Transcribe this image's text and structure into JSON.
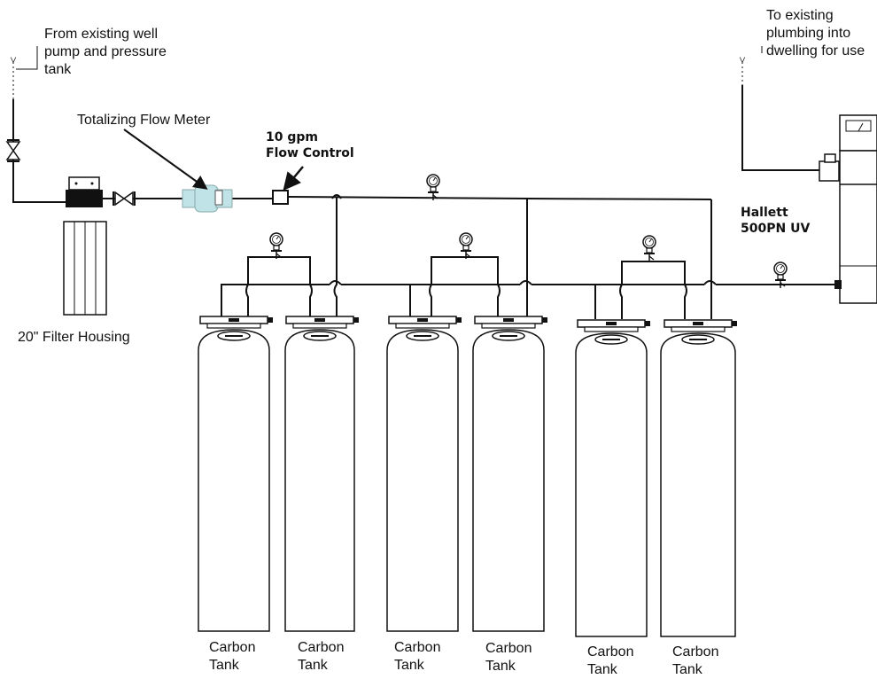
{
  "labels": {
    "source": [
      "From existing well",
      "pump and pressure",
      "tank"
    ],
    "destination": [
      "To existing",
      "plumbing into",
      "dwelling for use"
    ],
    "flow_meter": "Totalizing Flow Meter",
    "flow_control": [
      "10 gpm",
      "Flow Control"
    ],
    "uv": [
      "Hallett",
      "500PN UV"
    ],
    "filter_housing": "20\" Filter Housing"
  },
  "tanks": [
    {
      "line1": "Carbon",
      "line2": "Tank"
    },
    {
      "line1": "Carbon",
      "line2": "Tank"
    },
    {
      "line1": "Carbon",
      "line2": "Tank"
    },
    {
      "line1": "Carbon",
      "line2": "Tank"
    },
    {
      "line1": "Carbon",
      "line2": "Tank"
    },
    {
      "line1": "Carbon",
      "line2": "Tank"
    }
  ],
  "colors": {
    "line": "#111111",
    "meter": "#bfe3e6"
  },
  "icons": [
    "gate-valve-icon",
    "pressure-gauge-icon",
    "flow-meter-icon",
    "flow-control-icon",
    "uv-sterilizer-icon",
    "filter-housing-icon"
  ]
}
